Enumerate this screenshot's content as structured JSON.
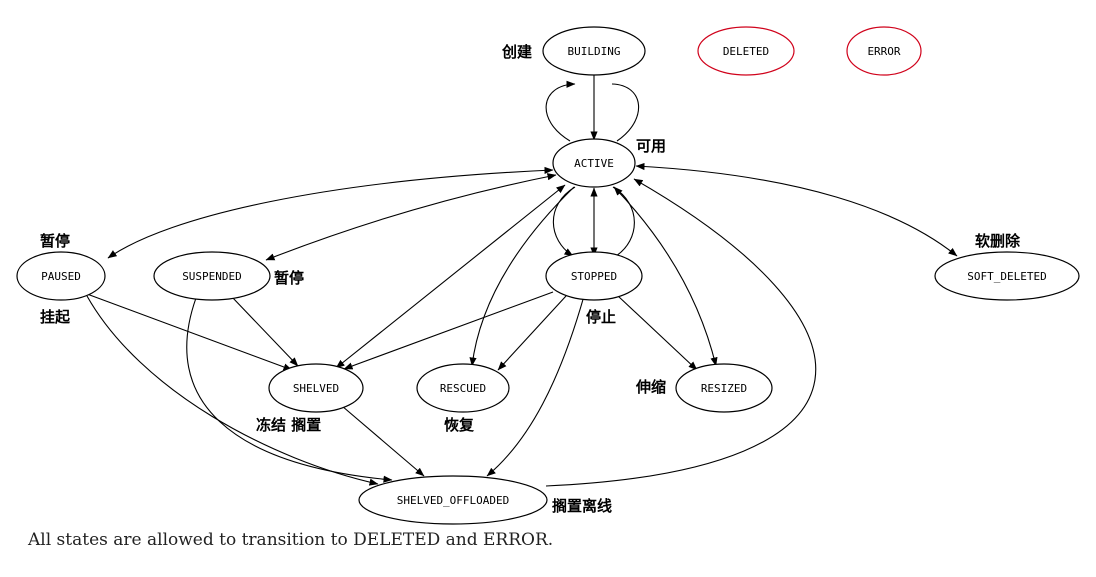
{
  "colors": {
    "normal": "#000000",
    "error_state": "#d0021b"
  },
  "nodes": [
    {
      "id": "building",
      "label": "BUILDING",
      "color": "normal"
    },
    {
      "id": "deleted",
      "label": "DELETED",
      "color": "error_state"
    },
    {
      "id": "error",
      "label": "ERROR",
      "color": "error_state"
    },
    {
      "id": "active",
      "label": "ACTIVE",
      "color": "normal"
    },
    {
      "id": "paused",
      "label": "PAUSED",
      "color": "normal"
    },
    {
      "id": "suspended",
      "label": "SUSPENDED",
      "color": "normal"
    },
    {
      "id": "stopped",
      "label": "STOPPED",
      "color": "normal"
    },
    {
      "id": "soft_deleted",
      "label": "SOFT_DELETED",
      "color": "normal"
    },
    {
      "id": "shelved",
      "label": "SHELVED",
      "color": "normal"
    },
    {
      "id": "rescued",
      "label": "RESCUED",
      "color": "normal"
    },
    {
      "id": "resized",
      "label": "RESIZED",
      "color": "normal"
    },
    {
      "id": "shelved_offloaded",
      "label": "SHELVED_OFFLOADED",
      "color": "normal"
    }
  ],
  "annotations": {
    "create": "创建",
    "available": "可用",
    "pause_top": "暂停",
    "pause_suspend": "暂停",
    "suspend": "挂起",
    "stop": "停止",
    "soft_delete": "软删除",
    "freeze_shelve": "冻结 搁置",
    "resize": "伸缩",
    "recover": "恢复",
    "shelve_offload": "搁置离线"
  },
  "edges": [
    {
      "from": "building",
      "to": "active"
    },
    {
      "from": "active",
      "to": "active",
      "note": "self loop top"
    },
    {
      "from": "active",
      "to": "paused"
    },
    {
      "from": "paused",
      "to": "active"
    },
    {
      "from": "active",
      "to": "suspended"
    },
    {
      "from": "suspended",
      "to": "active"
    },
    {
      "from": "active",
      "to": "stopped"
    },
    {
      "from": "stopped",
      "to": "active"
    },
    {
      "from": "stopped",
      "to": "stopped",
      "note": "self loop"
    },
    {
      "from": "active",
      "to": "soft_deleted"
    },
    {
      "from": "soft_deleted",
      "to": "active"
    },
    {
      "from": "active",
      "to": "shelved"
    },
    {
      "from": "shelved",
      "to": "active"
    },
    {
      "from": "active",
      "to": "rescued"
    },
    {
      "from": "active",
      "to": "resized"
    },
    {
      "from": "resized",
      "to": "active"
    },
    {
      "from": "paused",
      "to": "shelved"
    },
    {
      "from": "suspended",
      "to": "shelved"
    },
    {
      "from": "stopped",
      "to": "shelved"
    },
    {
      "from": "stopped",
      "to": "rescued"
    },
    {
      "from": "stopped",
      "to": "resized"
    },
    {
      "from": "paused",
      "to": "shelved_offloaded"
    },
    {
      "from": "suspended",
      "to": "shelved_offloaded"
    },
    {
      "from": "shelved",
      "to": "shelved_offloaded"
    },
    {
      "from": "stopped",
      "to": "shelved_offloaded"
    },
    {
      "from": "shelved_offloaded",
      "to": "active"
    }
  ],
  "caption": "All states are allowed to transition to DELETED and ERROR."
}
